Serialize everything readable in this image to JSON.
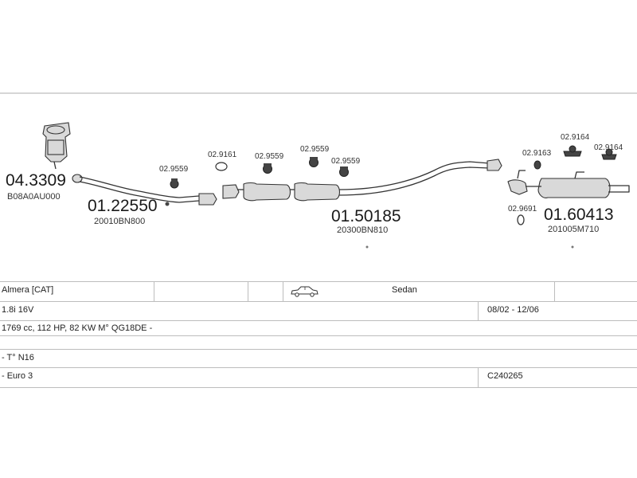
{
  "parts": {
    "p1": {
      "number": "04.3309",
      "oem": "B08A0AU000"
    },
    "p2": {
      "number": "01.22550",
      "oem": "20010BN800"
    },
    "p3": {
      "number": "01.50185",
      "oem": "20300BN810"
    },
    "p4": {
      "number": "01.60413",
      "oem": "201005M710"
    }
  },
  "fittings": {
    "f1": "02.9559",
    "f2": "02.9161",
    "f3": "02.9559",
    "f4": "02.9559",
    "f5": "02.9559",
    "f6": "02.9164",
    "f7": "02.9164",
    "f8": "02.9163",
    "f9": "02.9691"
  },
  "vehicle": {
    "model": "Almera  [CAT]",
    "body": "Sedan",
    "engine": "1.8i 16V",
    "years": "08/02 - 12/06",
    "specs": "1769 cc, 112 HP, 82 KW M° QG18DE -",
    "chassis": "- T° N16",
    "emission": "- Euro 3",
    "code": "C240265"
  }
}
